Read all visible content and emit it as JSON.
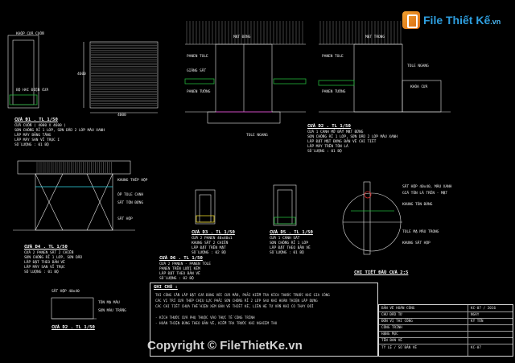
{
  "colors": {
    "background": "#000000",
    "line": "#e6e6e6",
    "green": "#22b33a",
    "magenta": "#d020c0",
    "cyan": "#2fd6e6",
    "yellow": "#e6d22a",
    "red": "#e03030",
    "brand": "#2e9fe0"
  },
  "header": {
    "brand_name": "File Thiết Kế",
    "brand_suffix": ".vn"
  },
  "views": {
    "top_left": {
      "title": "CỬA Đ1 . TL 1/50",
      "label_frame": "KHỐP CỬA CUỐN",
      "label_motor": "BỘ HAI ĐIỆN CỬA",
      "dim_width": "4000",
      "dim_height": "4600"
    },
    "top_left_specs": [
      "CỬA CUỐN ( 4000 X 4600 )",
      "SƠN CHỐNG RỈ 1 LỚP, SƠN DẦU 2 LỚP MÀU XANH",
      "LẮP MÁY BẢNG TĂNG",
      "LẮP MÁY SAN VỈ TRỤC I",
      "SỐ LƯỢNG : 01 BỘ"
    ],
    "elev_1": {
      "title_top": "MẶT ĐỨNG",
      "label_a": "PANEN TOLE",
      "label_b": "GIẰNG SẮT",
      "label_c": "PANEN TƯỜNG",
      "label_d": "TOLE NGANG"
    },
    "elev_2": {
      "title_top": "MẶT TRONG",
      "label_a": "PANEN TOLE",
      "label_b": "PANEN TƯỜNG",
      "label_c": "TOLE NGANG",
      "label_d": "KHÓA CỬA"
    },
    "d2_title": "CỬA D2 . TL 1/50",
    "d2_specs": [
      "CỬA 1 CÁNH MỞ ĐẨY MẶT ĐỨNG",
      "SƠN CHỐNG RỈ 1 LỚP, SƠN DẦU 2 LỚP MÀU XANH",
      "LẮP ĐẶT MẶT ĐỨNG BẢN VẼ CHI TIẾT",
      "LẮP MÁY TRÊN TÔN LÁ",
      "SỐ LƯỢNG : 01 BỘ"
    ],
    "d3_title": "CỬA D3 . TL 1/50",
    "d3_specs": [
      "CỬA 2 PANEN 40x40x1",
      "KHUNG SẮT 2 CHIẾN",
      "LẮP ĐẶT TRÊN MẶT",
      "SỐ LƯỢNG : 02 BỘ"
    ],
    "elev_wide": {
      "title": "CỬA D4 . TL 1/50",
      "label_frame": "KHUNG THÉP HỘP",
      "label_opp": "ỐP TOLE CANH",
      "label_top": "SẮT TÔN ĐỨNG",
      "label_leg": "SẮT HỘP"
    },
    "d4_specs": [
      "CỬA 2 PANEN SẮT 2 CHIẾN",
      "SƠN CHỐNG RỈ 1 LỚP, SƠN DẦU",
      "LẮP ĐẶT THEO BẢN VẼ",
      "LẮP MÁY SAN VỈ TRỤC",
      "SỐ LƯỢNG : 01 BỘ"
    ],
    "d5_title": "CỬA D5 . TL 1/50",
    "d5_specs": [
      "CỬA 1 CÁNH SẮT",
      "SƠN CHỐNG RỈ 1 LỚP",
      "LẮP ĐẶT THEO BẢN VẼ",
      "SỐ LƯỢNG : 01 BỘ"
    ],
    "d6_title": "CỬA D6 . TL 1/50",
    "d6_specs": [
      "CỬA 2 PANEN - PANEN TOLE",
      "PANEN TRÊN LƯỚI KẼM",
      "LẮP ĐẶT THEO BẢN VẼ",
      "SỐ LƯỢNG : 02 BỘ"
    ],
    "detail": {
      "title": "CHI TIẾT ĐẦU CỬA 2:5",
      "labels": [
        "SẮT HỘP 40x40, MÀU XANH",
        "GIÁ TÔN LÁ TRÊN - MẶT",
        "KHUNG TÔN ĐỨNG",
        "TOLE MẠ MÀU TRONG",
        "KHUNG SẮT HỘP"
      ]
    },
    "small_elev": {
      "title": "CỬA D2 . TL 1/50",
      "labels": [
        "SẮT HỘP 40x40",
        "TÔN MẠ MÀU",
        "SƠN MÀU TRẮNG"
      ]
    }
  },
  "notes": {
    "heading": "GHI CHÚ :",
    "lines": [
      "THI CÔNG CẦN LẮP ĐẶT CỬA ĐÚNG VỚI CỬA MẪU, PHẢI KIỂM TRA KÍCH THƯỚC TRƯỚC KHI GIA CÔNG",
      "CÁC VỊ TRÍ CỬA THÉP CHỊU LỰC PHẢI SƠN CHỐNG RỈ 2 LỚP SAU KHI HOÀN THIỆN LẮP DỰNG",
      "CÁC CHI TIẾT CHƯA THỂ HIỆN XEM BẢN VẼ THIẾT KẾ, LIÊN HỆ TƯ VẤN KHI CÓ THAY ĐỔI",
      "- KÍCH THƯỚC CỬA PHỤ THUỘC VÀO THỰC TẾ CÔNG TRÌNH",
      "- HOÀN THIỆN ĐÚNG THEO BẢN VẼ, KIỂM TRA TRƯỚC KHI NGHIỆM THU"
    ]
  },
  "title_block": {
    "rows": [
      "BẢN VẼ HOÀN CÔNG",
      "CHỦ ĐẦU TƯ",
      "ĐƠN VỊ THI CÔNG",
      "CÔNG TRÌNH",
      "HẠNG MỤC",
      "TÊN BẢN VẼ",
      "TỶ LỆ / SỐ BẢN VẼ"
    ],
    "right": [
      "KC-07 / 2016",
      "NGÀY",
      "KÝ TÊN",
      "",
      "",
      "",
      "KC-07"
    ]
  },
  "watermark": "Copyright © FileThietKe.vn"
}
